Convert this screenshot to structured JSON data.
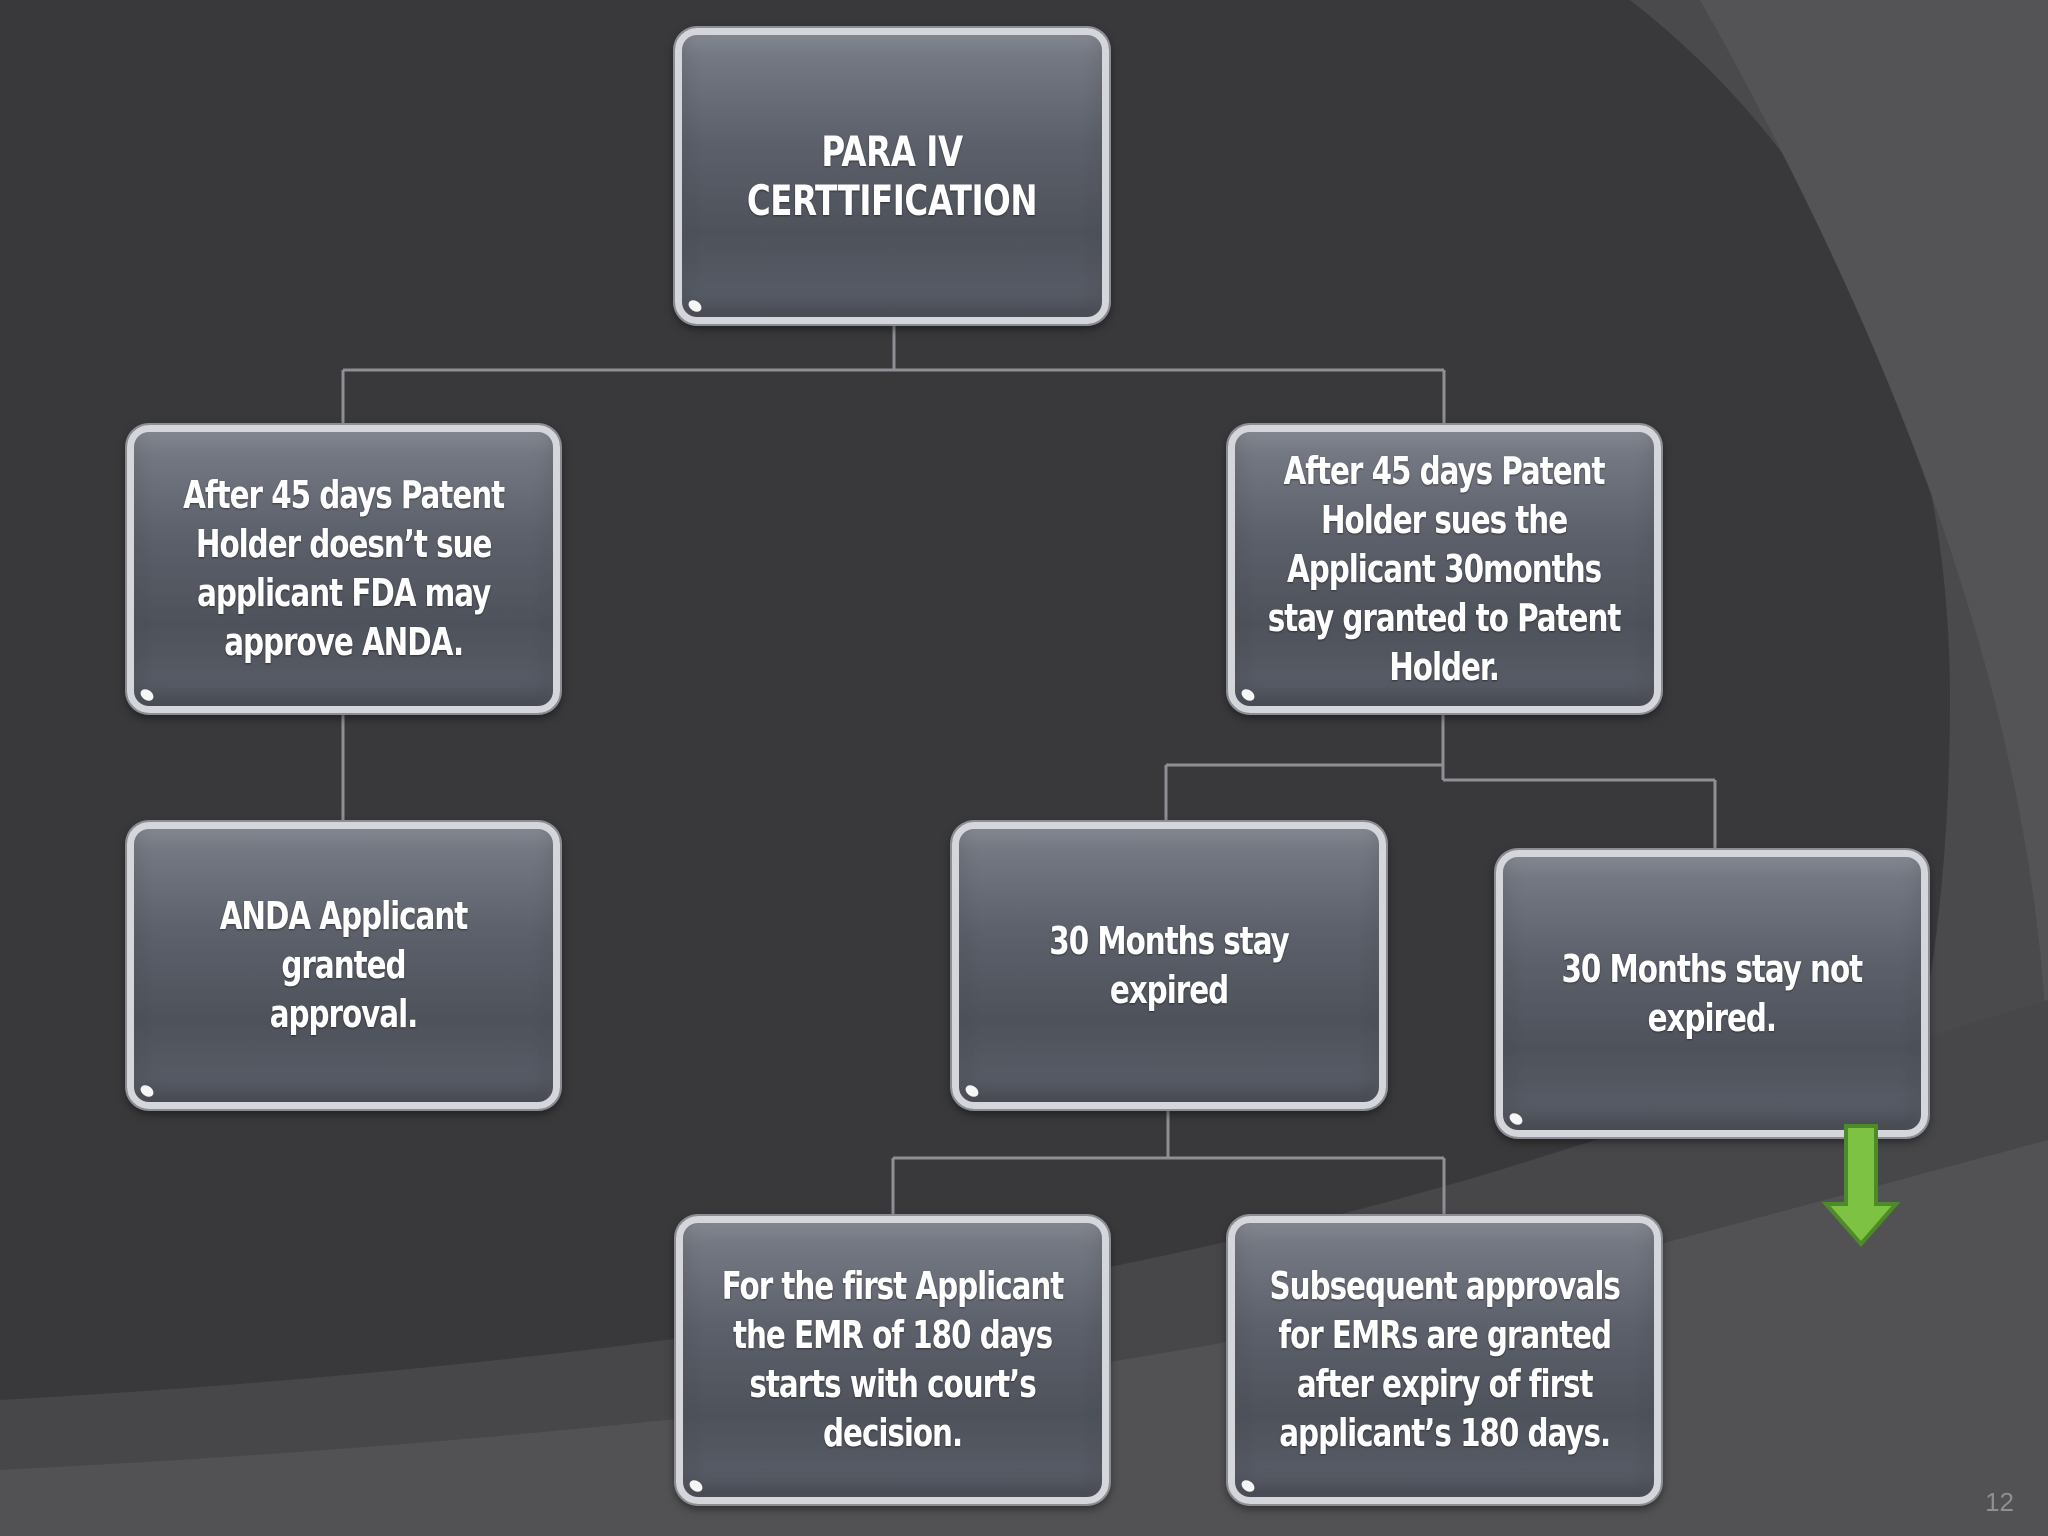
{
  "diagram": {
    "title": "PARA IV CERTTIFICATION",
    "nodes": {
      "no_suit": "After 45 days Patent\nHolder doesn’t sue\napplicant       FDA may\napprove  ANDA.",
      "suit": "After 45 days Patent\nHolder sues the\nApplicant       30months\nstay granted to Patent\nHolder.",
      "anda_approved": "ANDA Applicant granted\napproval.",
      "stay_expired": "30 Months stay expired",
      "stay_not_expired": "30 Months stay not\nexpired.",
      "first_applicant": "For the first Applicant\nthe EMR of 180 days\nstarts with court’s\ndecision.",
      "subsequent": "Subsequent approvals\nfor EMRs are granted\nafter expiry of first\napplicant’s 180 days."
    }
  },
  "slide": {
    "page_number": "12"
  },
  "colors": {
    "background": "#39393b",
    "connector": "#8e9096",
    "arrow_fill": "#7dc242",
    "arrow_outline": "#4f8a2a"
  },
  "icons": {
    "arrow": "down-arrow-icon"
  }
}
